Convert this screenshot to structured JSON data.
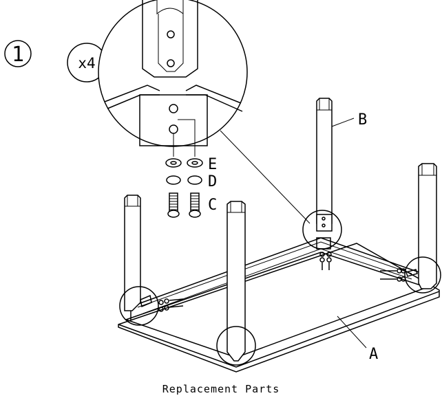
{
  "step": {
    "number": "1"
  },
  "detail": {
    "quantity": "x4"
  },
  "labels": {
    "a": "A",
    "b": "B",
    "c": "C",
    "d": "D",
    "e": "E"
  },
  "caption": "Replacement Parts"
}
